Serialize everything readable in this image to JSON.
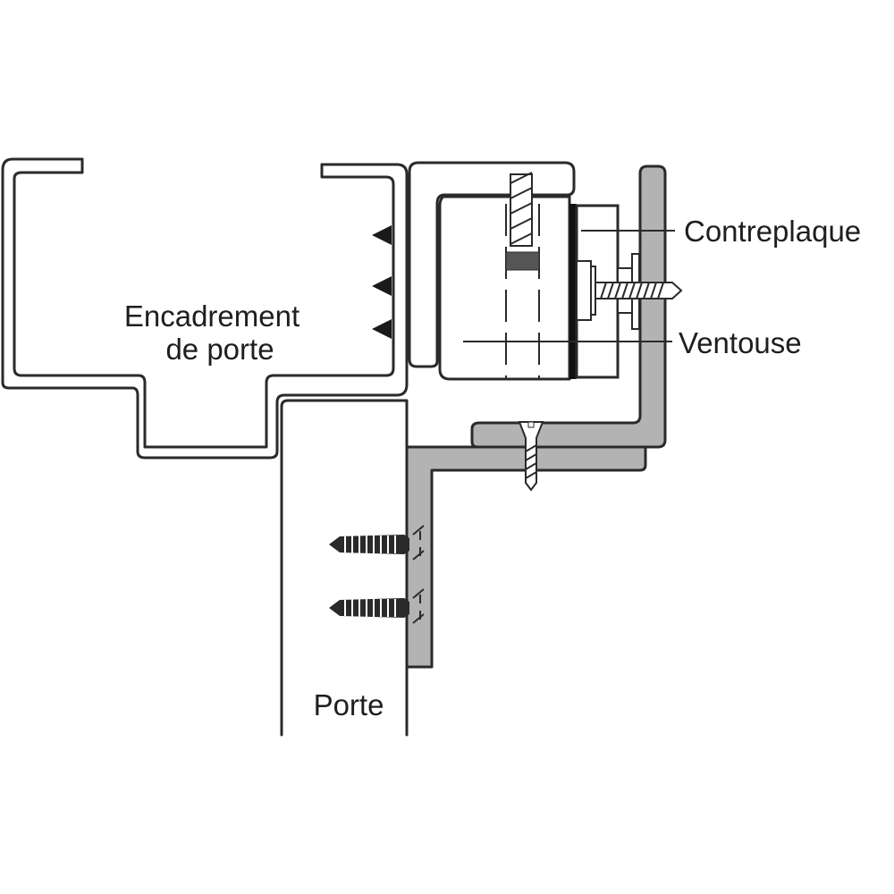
{
  "diagram": {
    "title": "Ventouse électromagnétique montage porte",
    "labels": {
      "frame": [
        "Encadrement",
        "de porte"
      ],
      "door": "Porte",
      "strike_plate": "Contreplaque",
      "magnet": "Ventouse"
    },
    "colors": {
      "background": "#ffffff",
      "outline": "#2a2a2a",
      "bracket_fill": "#b3b3b3"
    },
    "parts": [
      "door-frame-profile",
      "door",
      "magnet-housing",
      "armature-plate",
      "z-bracket",
      "l-bracket",
      "screws"
    ]
  }
}
